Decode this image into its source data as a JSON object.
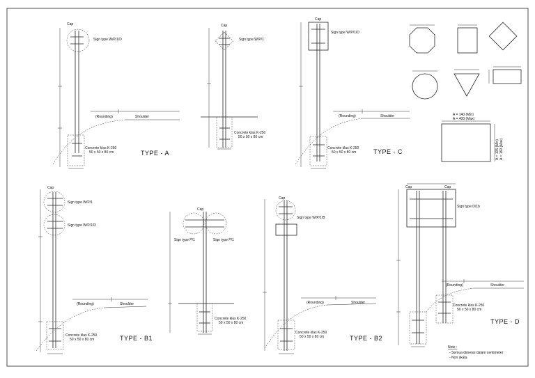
{
  "labels": {
    "cap": "Cap",
    "sign_wp1d": "Sign type W/P/1/D",
    "sign_wp1": "Sign type W/P/1",
    "sign_p1": "Sign type P/1",
    "sign_wp1b": "Sign type W/P/1/B",
    "sign_d1b": "Sign type D/1b",
    "concrete": "Concrete klas K-250",
    "concrete_size": "50 x 50 x 80 cm",
    "rounding": "(Rounding)",
    "shoulder": "Shoulder"
  },
  "types": {
    "a": "TYPE - A",
    "c": "TYPE - C",
    "b1": "TYPE - B1",
    "b2": "TYPE - B2",
    "d": "TYPE - D"
  },
  "dims": {
    "a_min": "A = 140 (Min)",
    "a_max": "A = 400 (Max)",
    "b_min": "A = 105 (Min)",
    "b_max": "A = 160 (Max)"
  },
  "note": {
    "title": "Note :",
    "line1": "- Semua dimensi dalam centimeter",
    "line2": "- Non skala"
  }
}
